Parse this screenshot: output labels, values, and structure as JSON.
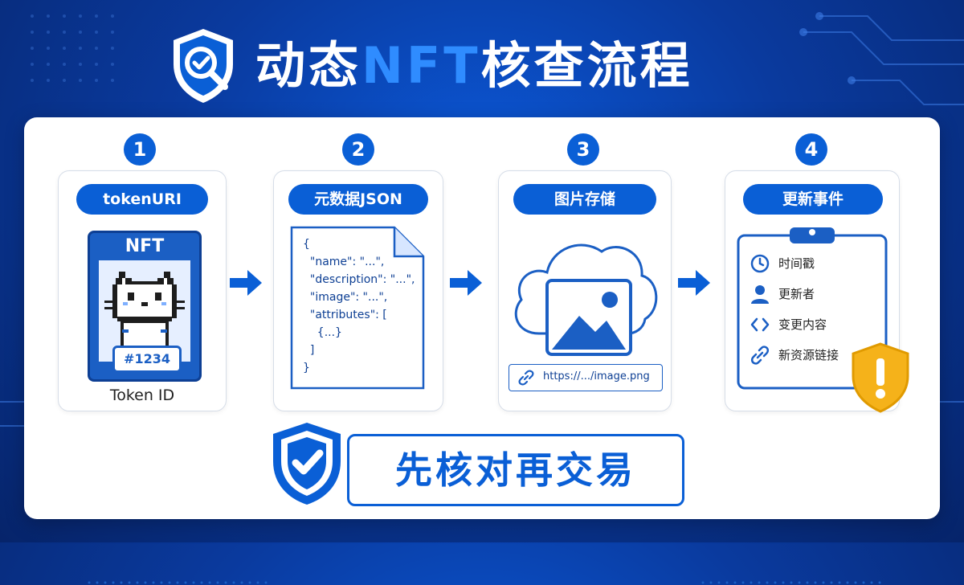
{
  "title": {
    "prefix": "动态",
    "accent": "NFT",
    "suffix": "核查流程"
  },
  "steps": [
    {
      "number": "1",
      "label": "tokenURI"
    },
    {
      "number": "2",
      "label": "元数据JSON"
    },
    {
      "number": "3",
      "label": "图片存储"
    },
    {
      "number": "4",
      "label": "更新事件"
    }
  ],
  "nft_card": {
    "label": "NFT",
    "token_number": "#1234",
    "caption": "Token ID"
  },
  "json_lines": [
    "{",
    "  \"name\": \"...\",",
    "  \"description\": \"...\",",
    "  \"image\": \"...\",",
    "  \"attributes\": [",
    "    {...}",
    "  ]",
    "}"
  ],
  "image_storage": {
    "url": "https://.../image.png"
  },
  "update_event": {
    "items": [
      {
        "icon": "clock-icon",
        "label": "时间戳"
      },
      {
        "icon": "user-icon",
        "label": "更新者"
      },
      {
        "icon": "code-icon",
        "label": "变更内容"
      },
      {
        "icon": "link-icon",
        "label": "新资源链接"
      }
    ]
  },
  "slogan": "先核对再交易",
  "colors": {
    "primary": "#0a5fd6",
    "accent": "#2f8cff",
    "warning": "#f5b21a",
    "dark": "#0d3f94"
  }
}
